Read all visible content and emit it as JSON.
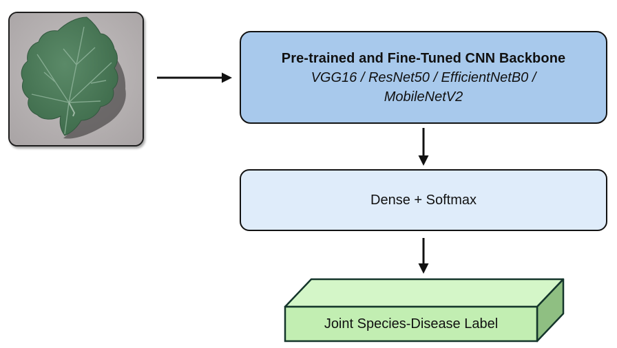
{
  "backbone": {
    "title": "Pre-trained and Fine-Tuned CNN Backbone",
    "models": "VGG16 / ResNet50 / EfficientNetB0 / MobileNetV2"
  },
  "head": {
    "label": "Dense + Softmax"
  },
  "output": {
    "label": "Joint Species-Disease Label"
  },
  "colors": {
    "backbone_fill": "#a8c9ec",
    "head_fill": "#dfecfa",
    "output_front": "#c2eeb2",
    "output_top": "#d4f6c8",
    "output_side": "#8fbf82",
    "output_stroke": "#14352b",
    "leaf": "#4d7a5a",
    "background_surface": "#b9b4b4"
  }
}
